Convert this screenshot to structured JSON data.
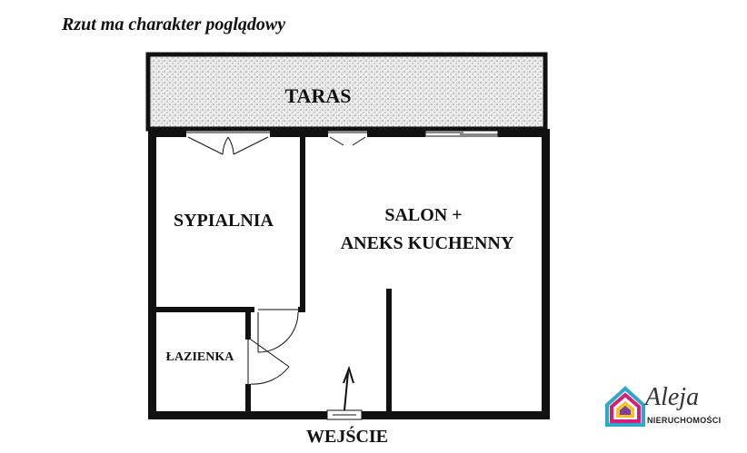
{
  "note": "Rzut ma charakter poglądowy",
  "rooms": {
    "terrace": "TARAS",
    "bedroom": "SYPIALNIA",
    "living_line1": "SALON +",
    "living_line2": "ANEKS KUCHENNY",
    "bathroom": "ŁAZIENKA",
    "entrance": "WEJŚCIE"
  },
  "logo": {
    "word": "Aleja",
    "sub": "NIERUCHOMOŚCI"
  },
  "colors": {
    "wall": "#111111",
    "terrace_fill": "#ececec"
  }
}
